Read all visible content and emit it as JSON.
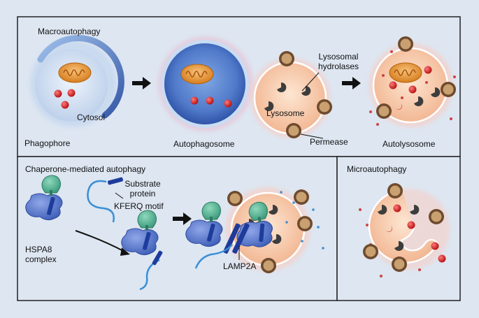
{
  "panels": {
    "macro": {
      "title": "Macroautophagy",
      "phagophore": "Phagophore",
      "cytosol": "Cytosol",
      "autophagosome": "Autophagosome",
      "lysosome": "Lysosome",
      "lysosomal_hydrolases_1": "Lysosomal",
      "lysosomal_hydrolases_2": "hydrolases",
      "permease": "Permease",
      "autolysosome": "Autolysosome"
    },
    "cma": {
      "title": "Chaperone-mediated autophagy",
      "substrate_1": "Substrate",
      "substrate_2": "protein",
      "kferq": "KFERQ motif",
      "hspa8_1": "HSPA8",
      "hspa8_2": "complex",
      "lamp2a": "LAMP2A"
    },
    "micro": {
      "title": "Microautophagy"
    }
  },
  "colors": {
    "background": "#dde6f1",
    "border": "#222222",
    "lysosome_fill": "#f6c9a8",
    "hspa8_blue": "#5f7fd1",
    "hspa8_green": "#5db89a",
    "substrate_blue": "#3a8fd6",
    "lamp2a_navy": "#1f3b9a",
    "cargo_red": "#cc1f1f",
    "mitochondrion": "#e79a3a",
    "permease_brown": "#6e4a2e"
  }
}
